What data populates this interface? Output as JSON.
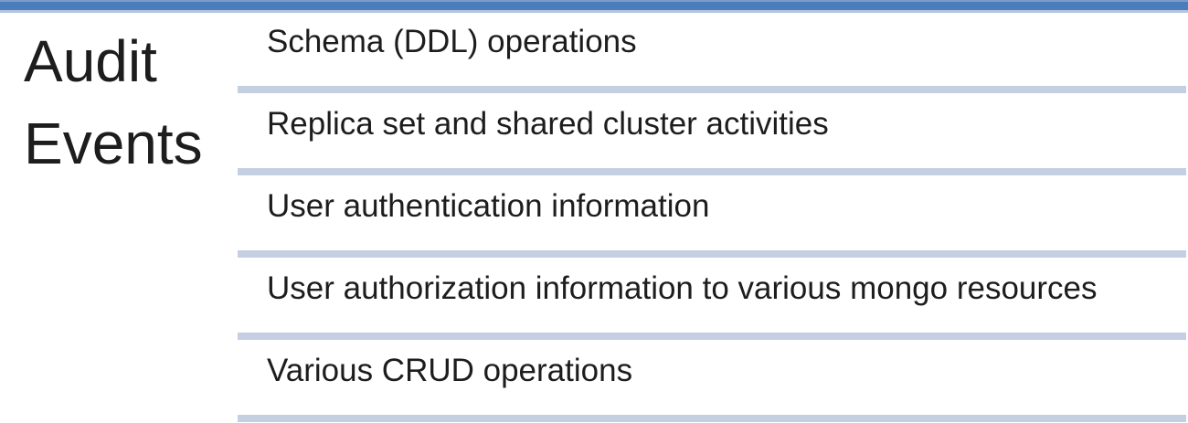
{
  "slide": {
    "title": "Audit Events"
  },
  "audit_events": {
    "items": [
      "Schema (DDL) operations",
      "Replica set and shared cluster activities",
      "User authentication information",
      "User authorization information to various mongo resources",
      "Various CRUD operations"
    ]
  },
  "colors": {
    "accent_bar": "#4b7dbd",
    "accent_bar_top_edge": "#7b9ccb",
    "accent_bar_bottom_edge": "#b3c4de",
    "divider": "#c5cfe2",
    "text": "#1d1d1d",
    "background": "#ffffff"
  }
}
